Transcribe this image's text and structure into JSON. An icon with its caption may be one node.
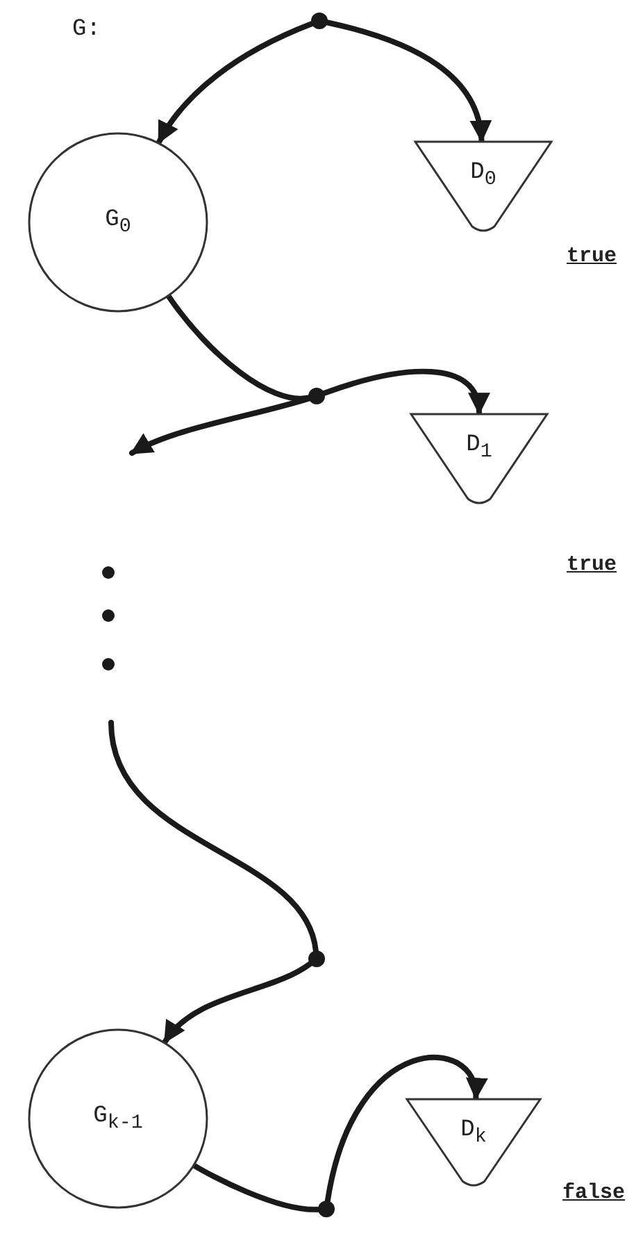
{
  "diagram": {
    "nodes": [
      {
        "text": [],
        "shape": "circle"
      },
      {
        "text": [
          "G$_{0}$"
        ]
      },
      {
        "text": [
          "D$_{0}$"
        ],
        "beside": [
          "true"
        ]
      },
      {
        "text": [],
        "shape": "circle"
      },
      {
        "text": [
          "D$_{1}$"
        ],
        "beside": [
          "true"
        ]
      },
      {
        "text": [],
        "shape": "circle"
      },
      {
        "text": [
          "G$_{k-1}$"
        ]
      },
      {
        "text": [
          "D$_{k}$"
        ],
        "beside": [
          "false"
        ]
      },
      {
        "text": [],
        "shape": "circle"
      }
    ],
    "edges": [
      {
        "from": 0,
        "to": 1,
        "arrow": "to"
      },
      {
        "from": 0,
        "to": 2,
        "arrow": "to"
      },
      {
        "from": 1,
        "to": 3,
        "arrow": "none"
      },
      {
        "from": 3,
        "to": 4,
        "arrow": "to"
      },
      {
        "from": 3,
        "to": null,
        "arrow": "to"
      },
      {
        "from": null,
        "to": 5,
        "arrow": "none"
      },
      {
        "from": 5,
        "to": 6,
        "arrow": "to"
      },
      {
        "from": 6,
        "to": 8,
        "arrow": "none"
      },
      {
        "from": 8,
        "to": 7,
        "arrow": "to"
      }
    ],
    "labels": [
      "G:"
    ]
  }
}
